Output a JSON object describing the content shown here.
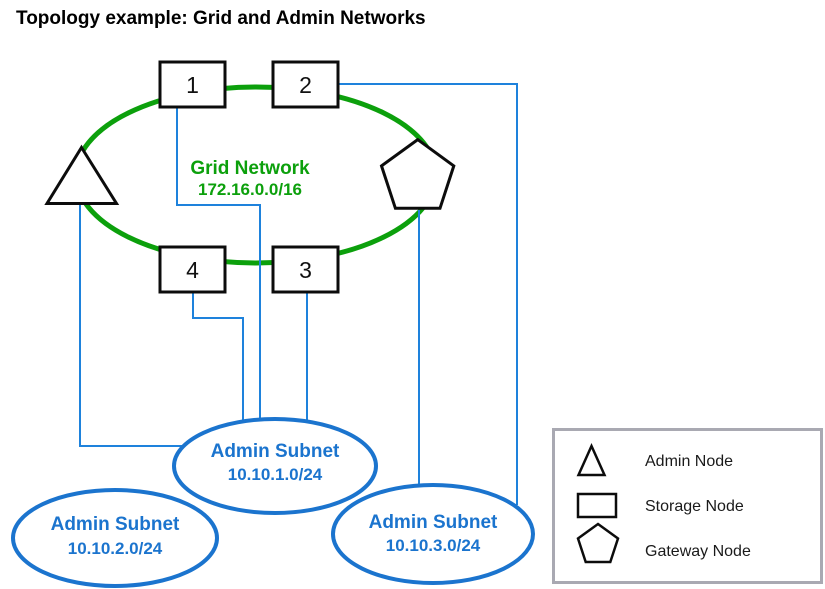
{
  "title": "Topology example: Grid and Admin Networks",
  "grid_network": {
    "label": "Grid Network",
    "cidr": "172.16.0.0/16"
  },
  "storage_nodes": [
    {
      "label": "1"
    },
    {
      "label": "2"
    },
    {
      "label": "3"
    },
    {
      "label": "4"
    }
  ],
  "admin_subnets": [
    {
      "label": "Admin Subnet",
      "cidr": "10.10.1.0/24"
    },
    {
      "label": "Admin Subnet",
      "cidr": "10.10.2.0/24"
    },
    {
      "label": "Admin Subnet",
      "cidr": "10.10.3.0/24"
    }
  ],
  "legend": {
    "items": [
      {
        "icon": "triangle-icon",
        "label": "Admin Node"
      },
      {
        "icon": "rectangle-icon",
        "label": "Storage Node"
      },
      {
        "icon": "pentagon-icon",
        "label": "Gateway Node"
      }
    ]
  },
  "colors": {
    "green": "#0ca00c",
    "subnet_blue": "#1b74ce",
    "connector_blue": "#1e82dc",
    "node_stroke": "#0c0c0c",
    "legend_border": "#a9a9b2",
    "title_black": "#000000"
  }
}
